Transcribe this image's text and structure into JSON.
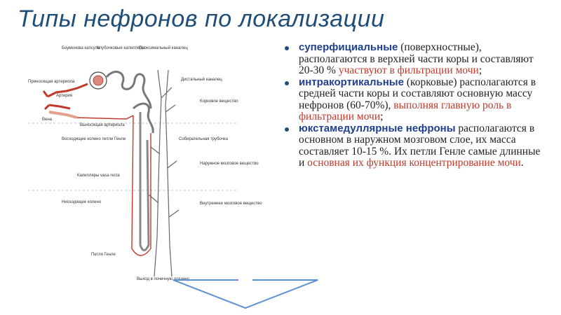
{
  "title": "Типы нефронов по локализации",
  "diagram": {
    "labels": {
      "bowman": "Боуменова капсула",
      "glomerulus": "Клубочковые капилляры",
      "proximal": "Проксимальный каналец",
      "afferent": "Приносящая артериола",
      "artery": "Артерия",
      "vein": "Вена",
      "efferent": "Выносящая артериола",
      "distal": "Дистальный каналец",
      "cortex": "Корковое вещество",
      "ascending": "Восходящее колено петли Генле",
      "collecting": "Собирательная трубочка",
      "capillaries": "Капилляры vasa recta",
      "outer_medulla": "Наружное мозговое вещество",
      "descending": "Нисходящее колено",
      "inner_medulla": "Внутреннее мозговое вещество",
      "loop": "Петля Генле",
      "exit": "Выход в почечную лоханку"
    }
  },
  "bullets": [
    {
      "term": "суперфициальные",
      "text": "(поверхностные), располагаются в верхней части коры и составляют 20-30 %",
      "highlight": "участвуют в фильтрации мочи",
      "tail": ";"
    },
    {
      "term": "интракортикальные",
      "text": "(корковые) располагаются в средней части коры и составляют основную массу нефронов (60-70%),",
      "highlight": "выполняя главную роль в фильтрации мочи",
      "tail": ";"
    },
    {
      "term": "юкстамедуллярные нефроны",
      "text": "располагаются в основном в наружном мозговом слое, их масса составляет 10-15 %. Их петли Генле самые длинные и",
      "highlight": "основная их функция концентрирование мочи",
      "tail": "."
    }
  ],
  "colors": {
    "title": "#1f4e79",
    "term": "#1f3f8f",
    "highlight": "#c0392b",
    "arrow": "#5b8fd6"
  }
}
